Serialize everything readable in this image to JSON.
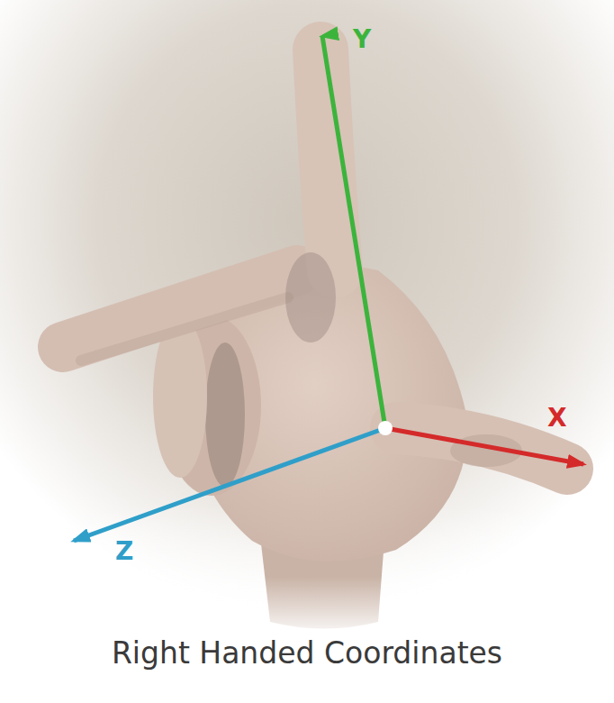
{
  "diagram": {
    "caption": "Right Handed Coordinates",
    "labels": [
      "Y",
      "X",
      "Z"
    ]
  }
}
